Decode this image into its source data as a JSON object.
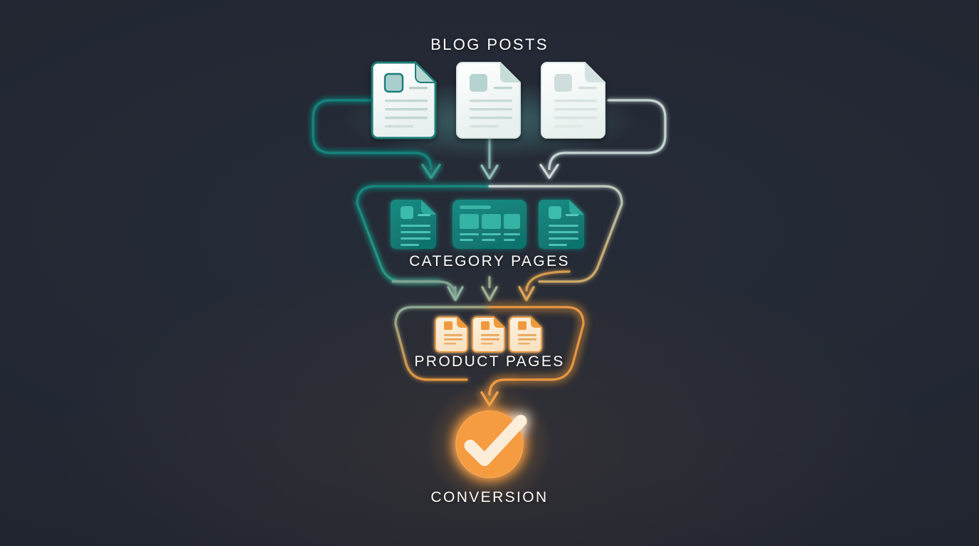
{
  "diagram": {
    "background_color": "#222832",
    "title_color": "#ffffff",
    "tiers": [
      {
        "id": "blog-posts",
        "label": "BLOG POSTS",
        "accent_color": "#1a8f86",
        "icon_count": 3,
        "icon_name": "document-icon",
        "icon_style": "white-page-with-folded-corner"
      },
      {
        "id": "category-pages",
        "label": "CATEGORY PAGES",
        "accent_color": "#14807a",
        "icon_count": 3,
        "icon_name": "category-page-icon",
        "icon_style": "teal-page-and-grid-card"
      },
      {
        "id": "product-pages",
        "label": "PRODUCT PAGES",
        "accent_color": "#e8963f",
        "icon_count": 3,
        "icon_name": "product-page-icon",
        "icon_style": "cream-page-with-orange-accents"
      },
      {
        "id": "conversion",
        "label": "CONVERSION",
        "accent_color": "#f59b40",
        "icon_count": 1,
        "icon_name": "check-circle-icon",
        "icon_style": "orange-circle-with-check"
      }
    ],
    "connectors": [
      {
        "id": "blog-left-to-category",
        "from": "blog-post-1",
        "to": "category-pages",
        "color": "#14837c",
        "shape": "curved-left"
      },
      {
        "id": "blog-mid-to-category",
        "from": "blog-post-2",
        "to": "category-pages",
        "color": "#7fb0ab",
        "shape": "straight"
      },
      {
        "id": "blog-right-to-category",
        "from": "blog-post-3",
        "to": "category-pages",
        "color": "#c3d3d2",
        "shape": "curved-right"
      },
      {
        "id": "category-left-to-product",
        "from": "category-pages",
        "to": "product-pages",
        "color": "#7fa394",
        "shape": "curved-left"
      },
      {
        "id": "category-mid-to-product",
        "from": "category-pages",
        "to": "product-pages",
        "color": "#9aa98c",
        "shape": "straight"
      },
      {
        "id": "category-right-to-product",
        "from": "category-pages",
        "to": "product-pages",
        "color": "#d49a4e",
        "shape": "curved-right"
      },
      {
        "id": "product-to-conversion",
        "from": "product-pages",
        "to": "conversion",
        "color": "#e8963f",
        "shape": "curved-center"
      }
    ],
    "flow_summary": "Blog posts funnel into category pages, which funnel into product pages, which lead to conversion."
  }
}
